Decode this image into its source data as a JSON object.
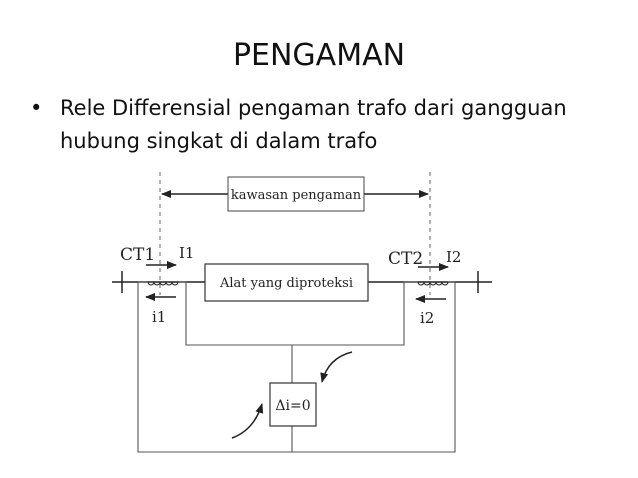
{
  "slide": {
    "title": "PENGAMAN",
    "bullets": [
      {
        "marker": "•",
        "text": "Rele Differensial pengaman trafo dari gangguan hubung singkat di dalam trafo"
      }
    ]
  },
  "diagram": {
    "zone_label": "kawasan pengaman",
    "protected_label": "Alat yang diproteksi",
    "ct1_label": "CT1",
    "ct2_label": "CT2",
    "primary_current_1": "I1",
    "primary_current_2": "I2",
    "secondary_current_1": "i1",
    "secondary_current_2": "i2",
    "relay_label": "Δi=0"
  }
}
